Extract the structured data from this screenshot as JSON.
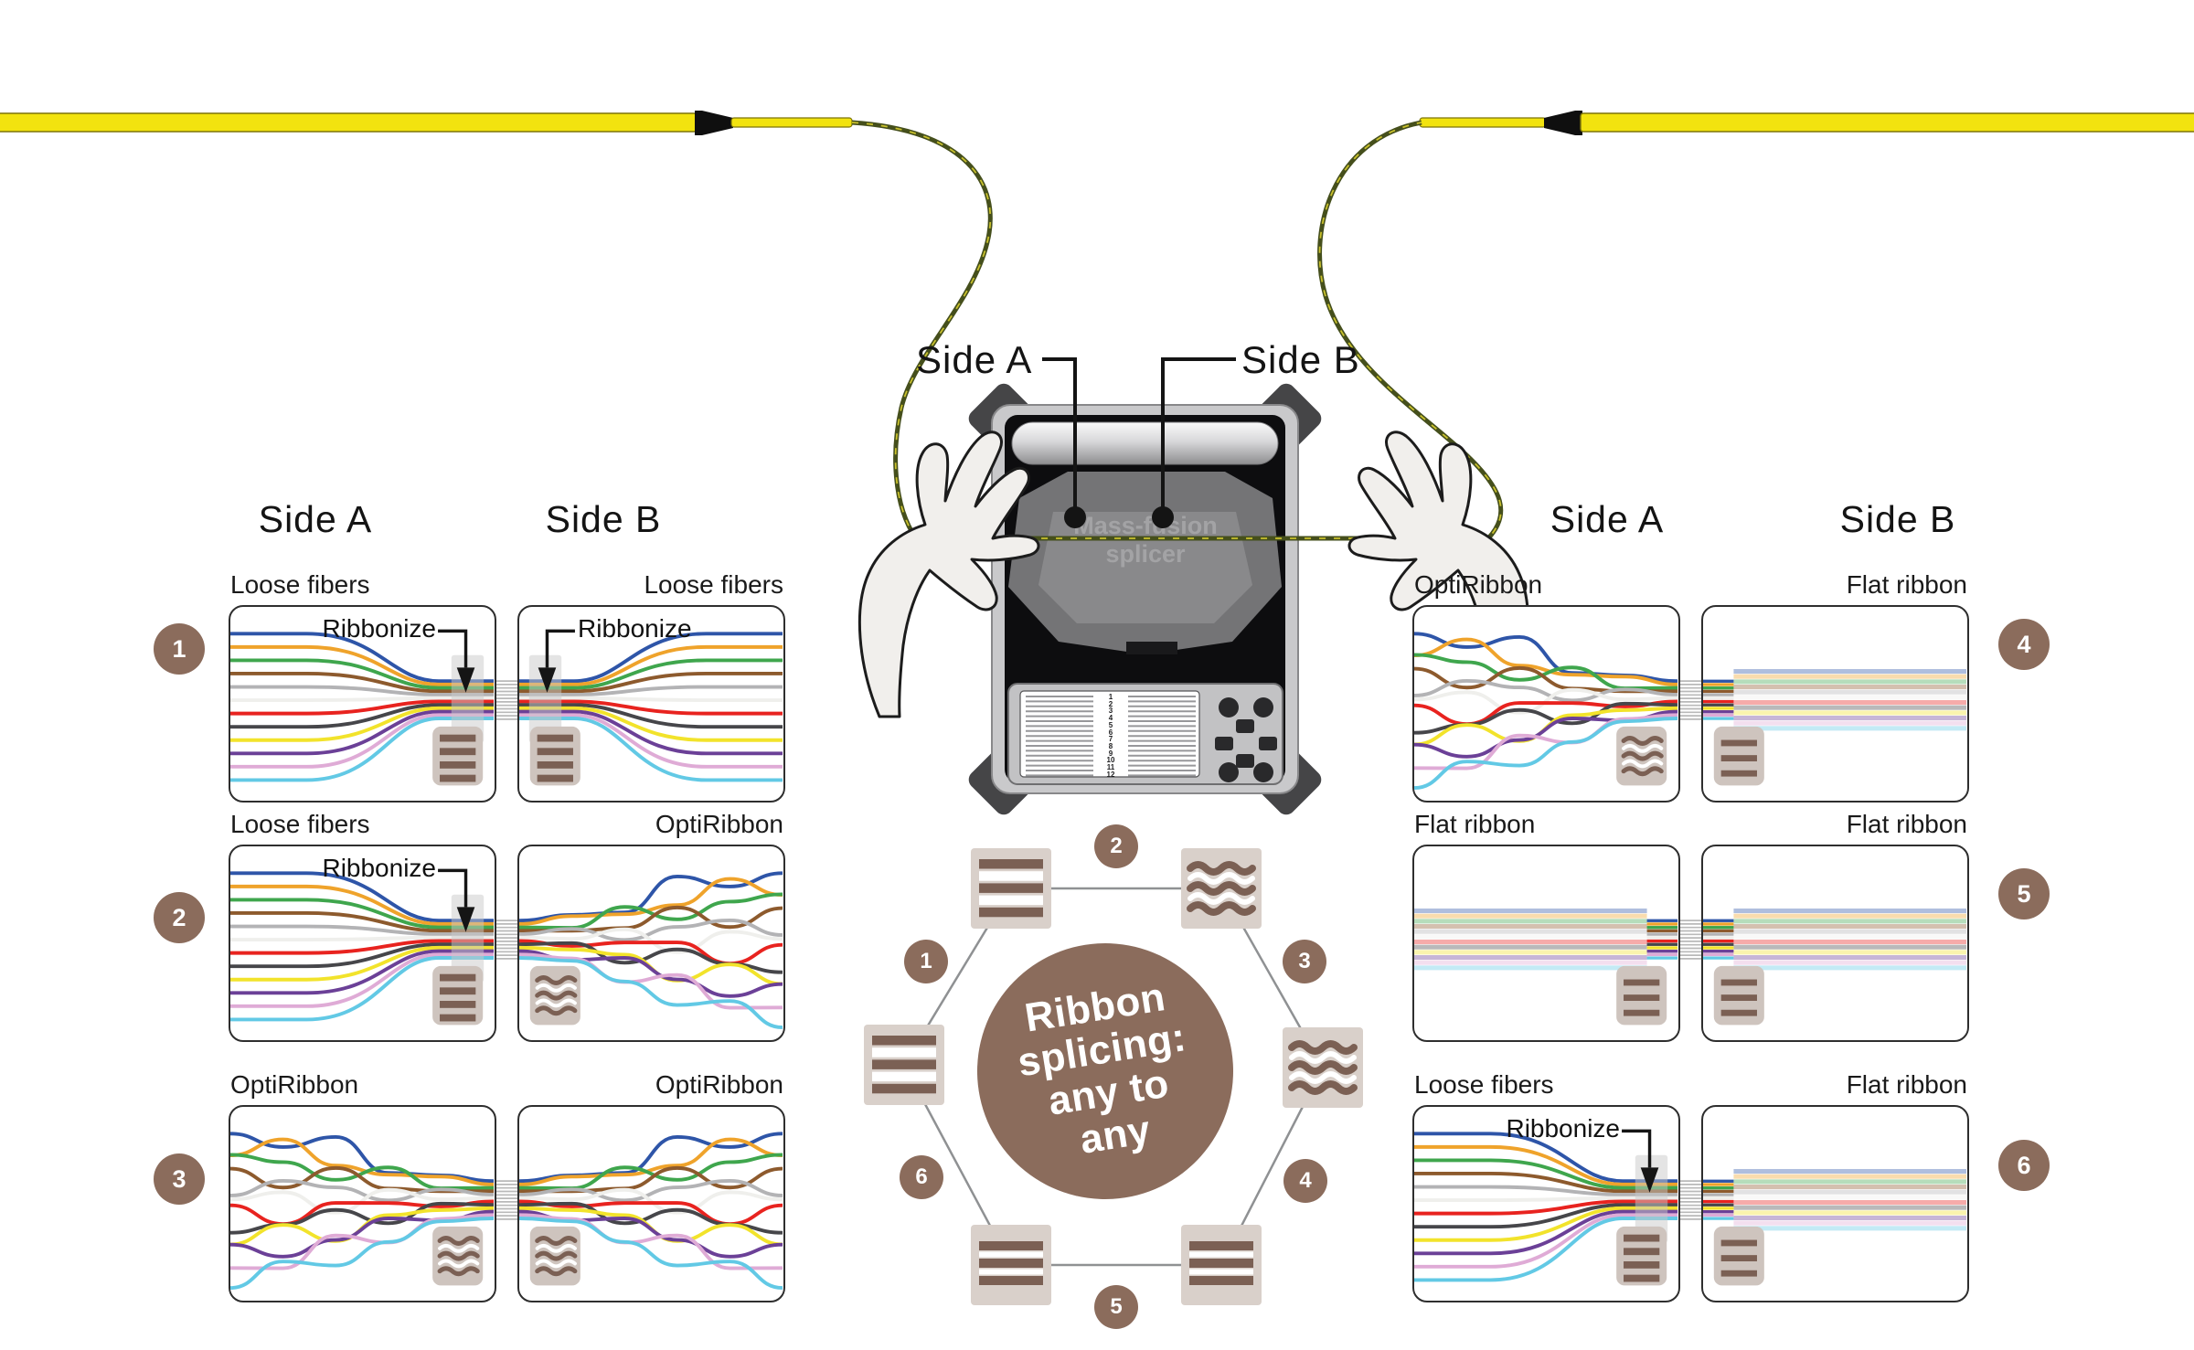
{
  "labels": {
    "side_a": "Side A",
    "side_b": "Side B",
    "ribbonize": "Ribbonize"
  },
  "splicer": {
    "name": "Mass-fusion splicer",
    "screen_numbers": [
      "1",
      "2",
      "3",
      "4",
      "5",
      "6",
      "7",
      "8",
      "9",
      "10",
      "11",
      "12"
    ]
  },
  "center": {
    "title_lines": [
      "Ribbon",
      "splicing:",
      "any to",
      "any"
    ]
  },
  "rows": [
    {
      "num": "1",
      "left": {
        "type": "Loose fibers"
      },
      "right": {
        "type": "Loose fibers"
      }
    },
    {
      "num": "2",
      "left": {
        "type": "Loose fibers"
      },
      "right": {
        "type": "OptiRibbon"
      }
    },
    {
      "num": "3",
      "left": {
        "type": "OptiRibbon"
      },
      "right": {
        "type": "OptiRibbon"
      }
    },
    {
      "num": "4",
      "left": {
        "type": "OptiRibbon"
      },
      "right": {
        "type": "Flat ribbon"
      }
    },
    {
      "num": "5",
      "left": {
        "type": "Flat ribbon"
      },
      "right": {
        "type": "Flat ribbon"
      }
    },
    {
      "num": "6",
      "left": {
        "type": "Loose fibers"
      },
      "right": {
        "type": "Flat ribbon"
      }
    }
  ],
  "hexagon": {
    "badges": [
      "1",
      "2",
      "3",
      "4",
      "5",
      "6"
    ],
    "nodes": [
      "loose",
      "opti",
      "opti",
      "flat",
      "flat",
      "loose"
    ]
  },
  "colors": {
    "accent_brown": "#8b6c5c",
    "node_bg": "#d9d0ca",
    "icon_bg": "#cec4be",
    "icon_bar": "#7b6054",
    "cable_yellow": "#f2e30f",
    "cable_dark_green": "#454f1c",
    "splice_line_gray": "#b9b9b9",
    "fiber_colors": [
      "#2e55a8",
      "#efa32b",
      "#3fa64d",
      "#8d5a2d",
      "#b3b3b5",
      "#efefec",
      "#e8231f",
      "#46464a",
      "#f2e32b",
      "#6b4097",
      "#dfabd6",
      "#62c9e5"
    ]
  }
}
